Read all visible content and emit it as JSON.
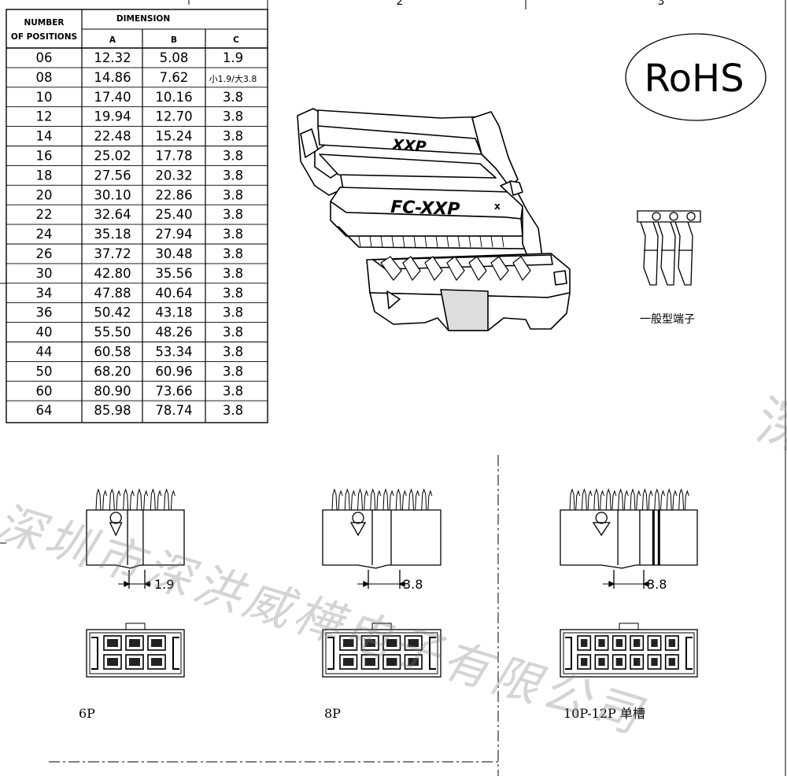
{
  "sheet": {
    "zone_markers": [
      "2",
      "3"
    ]
  },
  "table": {
    "header_count_line1": "NUMBER",
    "header_count_line2": "OF POSITIONS",
    "header_dimension": "DIMENSION",
    "col_a": "A",
    "col_b": "B",
    "col_c": "C",
    "rows": [
      {
        "pos": "06",
        "a": "12.32",
        "b": "5.08",
        "c": "1.9"
      },
      {
        "pos": "08",
        "a": "14.86",
        "b": "7.62",
        "c": "小1.9/大3.8"
      },
      {
        "pos": "10",
        "a": "17.40",
        "b": "10.16",
        "c": "3.8"
      },
      {
        "pos": "12",
        "a": "19.94",
        "b": "12.70",
        "c": "3.8"
      },
      {
        "pos": "14",
        "a": "22.48",
        "b": "15.24",
        "c": "3.8"
      },
      {
        "pos": "16",
        "a": "25.02",
        "b": "17.78",
        "c": "3.8"
      },
      {
        "pos": "18",
        "a": "27.56",
        "b": "20.32",
        "c": "3.8"
      },
      {
        "pos": "20",
        "a": "30.10",
        "b": "22.86",
        "c": "3.8"
      },
      {
        "pos": "22",
        "a": "32.64",
        "b": "25.40",
        "c": "3.8"
      },
      {
        "pos": "24",
        "a": "35.18",
        "b": "27.94",
        "c": "3.8"
      },
      {
        "pos": "26",
        "a": "37.72",
        "b": "30.48",
        "c": "3.8"
      },
      {
        "pos": "30",
        "a": "42.80",
        "b": "35.56",
        "c": "3.8"
      },
      {
        "pos": "34",
        "a": "47.88",
        "b": "40.64",
        "c": "3.8"
      },
      {
        "pos": "36",
        "a": "50.42",
        "b": "43.18",
        "c": "3.8"
      },
      {
        "pos": "40",
        "a": "55.50",
        "b": "48.26",
        "c": "3.8"
      },
      {
        "pos": "44",
        "a": "60.58",
        "b": "53.34",
        "c": "3.8"
      },
      {
        "pos": "50",
        "a": "68.20",
        "b": "60.96",
        "c": "3.8"
      },
      {
        "pos": "60",
        "a": "80.90",
        "b": "73.66",
        "c": "3.8"
      },
      {
        "pos": "64",
        "a": "85.98",
        "b": "78.74",
        "c": "3.8"
      }
    ]
  },
  "rohs_label": "RoHS",
  "connector_3d": {
    "cover_marking": "XXP",
    "body_marking": "FC-XXP",
    "small_mark": "x"
  },
  "terminal": {
    "caption": "一般型端子"
  },
  "views": [
    {
      "key": "6p",
      "dim_value": "1.9",
      "caption": "6P"
    },
    {
      "key": "8p",
      "dim_value": "3.8",
      "caption": "8P"
    },
    {
      "key": "10p",
      "dim_value": "3.8",
      "caption": "10P-12P 单槽"
    }
  ],
  "watermark": {
    "text": "深圳市深洪威樺电子有限公司",
    "right_edge_char": "深"
  }
}
